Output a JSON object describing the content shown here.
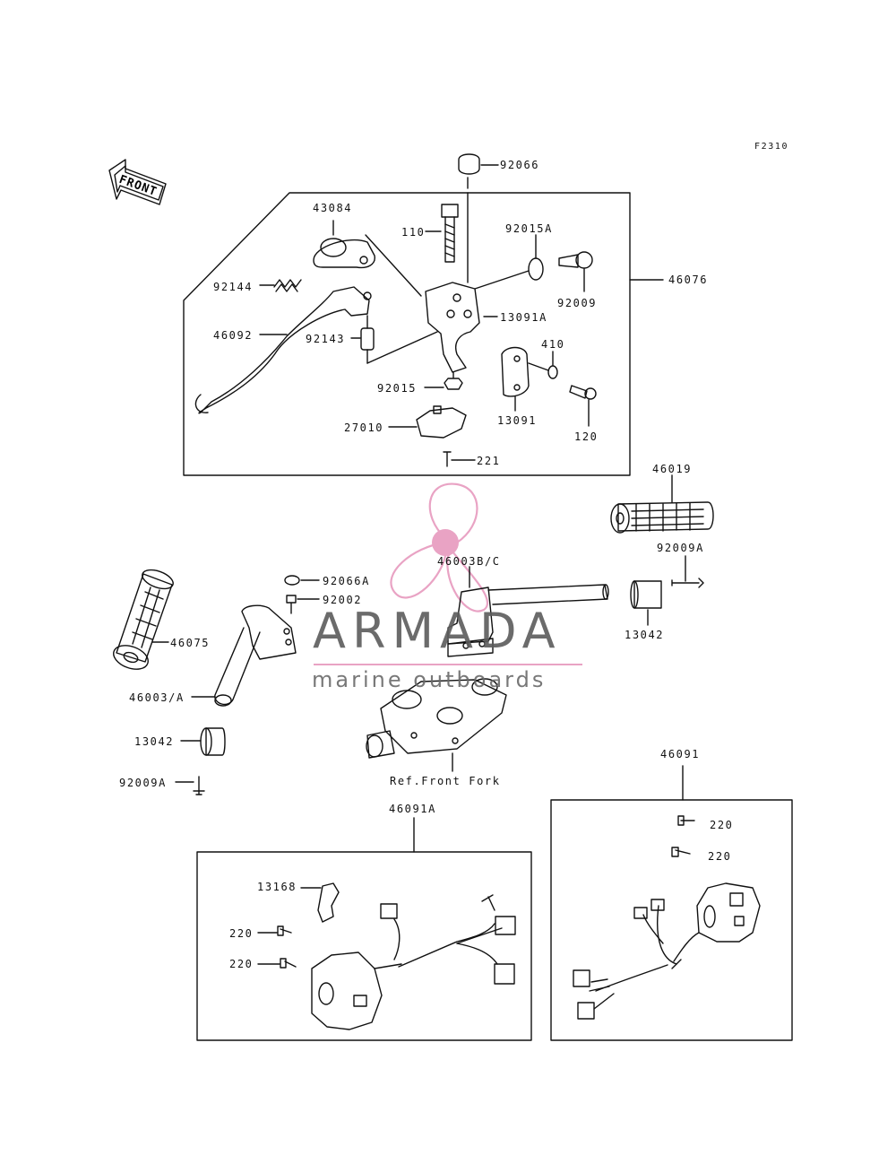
{
  "figure_code": "F2310",
  "front_label": "FRONT",
  "ref_note": "Ref.Front Fork",
  "watermark": {
    "title": "ARMADA",
    "subtitle": "marine outboards",
    "accent": "#e9a3c4"
  },
  "labels": {
    "p92066": "92066",
    "p43084": "43084",
    "p110": "110",
    "p92015A": "92015A",
    "p92009": "92009",
    "p46076": "46076",
    "p92144": "92144",
    "p13091A": "13091A",
    "p46092": "46092",
    "p92143": "92143",
    "p410": "410",
    "p92015": "92015",
    "p13091": "13091",
    "p120": "120",
    "p27010": "27010",
    "p221": "221",
    "p46019": "46019",
    "p92009A_r": "92009A",
    "p46003BC": "46003B/C",
    "p92066A": "92066A",
    "p92002": "92002",
    "p13042_r": "13042",
    "p46075": "46075",
    "p46003A": "46003/A",
    "p13042_l": "13042",
    "p92009A_l": "92009A",
    "p46091": "46091",
    "p46091A": "46091A",
    "p13168": "13168",
    "p220_a": "220",
    "p220_b": "220",
    "p220_c": "220",
    "p220_d": "220"
  }
}
